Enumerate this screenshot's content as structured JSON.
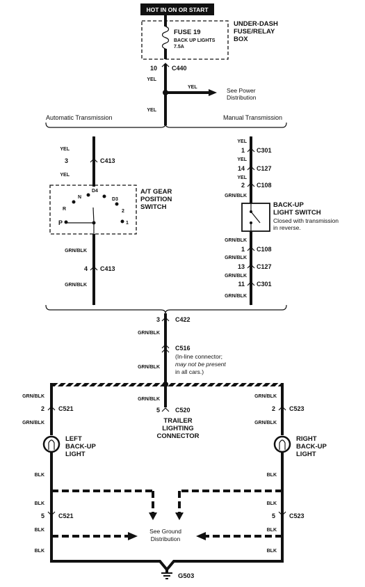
{
  "header_label": "HOT IN ON OR START",
  "fuse_box": {
    "fuse_name": "FUSE 19",
    "fuse_desc": "BACK UP LIGHTS",
    "fuse_rating": "7.5A",
    "box_name_1": "UNDER-DASH",
    "box_name_2": "FUSE/RELAY",
    "box_name_3": "BOX"
  },
  "wire_colors": {
    "yel": "YEL",
    "grn_blk": "GRN/BLK",
    "blk": "BLK"
  },
  "connectors": {
    "c440": "C440",
    "c440_pin": "10",
    "c413": "C413",
    "c413_pin_top": "3",
    "c413_pin_bottom": "4",
    "c301": "C301",
    "c301_pin_top": "1",
    "c301_pin_bottom": "11",
    "c127": "C127",
    "c127_pin_top": "14",
    "c127_pin_bottom": "13",
    "c108": "C108",
    "c108_pin_top": "2",
    "c108_pin_bottom": "1",
    "c422": "C422",
    "c422_pin": "3",
    "c516": "C516",
    "c520": "C520",
    "c520_pin": "5",
    "c521": "C521",
    "c521_pin_top": "2",
    "c521_pin_bottom": "5",
    "c523": "C523",
    "c523_pin_top": "2",
    "c523_pin_bottom": "5"
  },
  "see_power": {
    "line1": "See Power",
    "line2": "Distribution"
  },
  "sections": {
    "auto": "Automatic Transmission",
    "manual": "Manual Transmission"
  },
  "at_switch": {
    "line1": "A/T GEAR",
    "line2": "POSITION",
    "line3": "SWITCH",
    "positions": {
      "p": "P",
      "r": "R",
      "n": "N",
      "d4": "D4",
      "d3": "D3",
      "two": "2",
      "one": "1"
    }
  },
  "backup_switch": {
    "line1": "BACK-UP",
    "line2": "LIGHT SWITCH",
    "note1": "Closed with transmission",
    "note2": "in reverse."
  },
  "c516_note": {
    "line1": "(In-line connector;",
    "line2": "may not be present",
    "line3": "in all cars.)"
  },
  "trailer": {
    "line1": "TRAILER",
    "line2": "LIGHTING",
    "line3": "CONNECTOR"
  },
  "left_light": {
    "line1": "LEFT",
    "line2": "BACK-UP",
    "line3": "LIGHT"
  },
  "right_light": {
    "line1": "RIGHT",
    "line2": "BACK-UP",
    "line3": "LIGHT"
  },
  "see_ground": {
    "line1": "See Ground",
    "line2": "Distribution"
  },
  "ground": "G503"
}
